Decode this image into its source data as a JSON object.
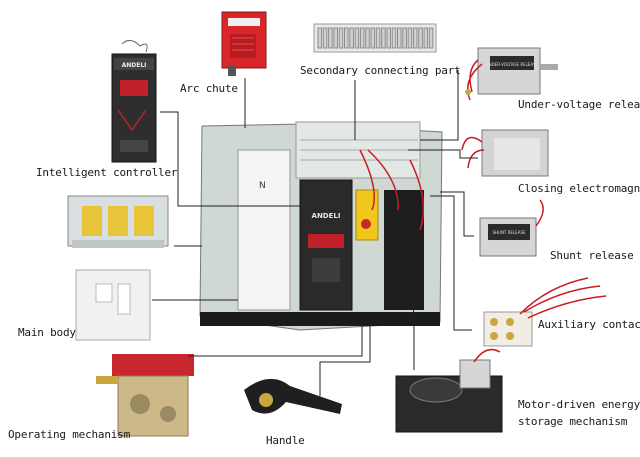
{
  "labels": {
    "arc_chute": "Arc chute",
    "secondary": "Secondary connecting part",
    "under_voltage": "Under-voltage release",
    "intelligent": "Intelligent controller",
    "closing": "Closing electromagnet",
    "shunt": "Shunt release",
    "main_body": "Main body",
    "auxiliary": "Auxiliary contact",
    "operating": "Operating mechanism",
    "handle": "Handle",
    "motor_line1": "Motor-driven energy",
    "motor_line2": "storage mechanism"
  },
  "device_text": {
    "brand": "ANDELI",
    "controller_brand": "ANDELI",
    "panel_letter": "N",
    "shunt_plate": "SHUNT RELEASE",
    "uv_plate": "UNDER-VOLTAGE RELEASE"
  },
  "colors": {
    "frame": "#cfd8d2",
    "dark_panel": "#2a2a2a",
    "display": "#c0202a",
    "accent_red": "#c8282d",
    "brass": "#c9a640",
    "line": "#222222"
  }
}
